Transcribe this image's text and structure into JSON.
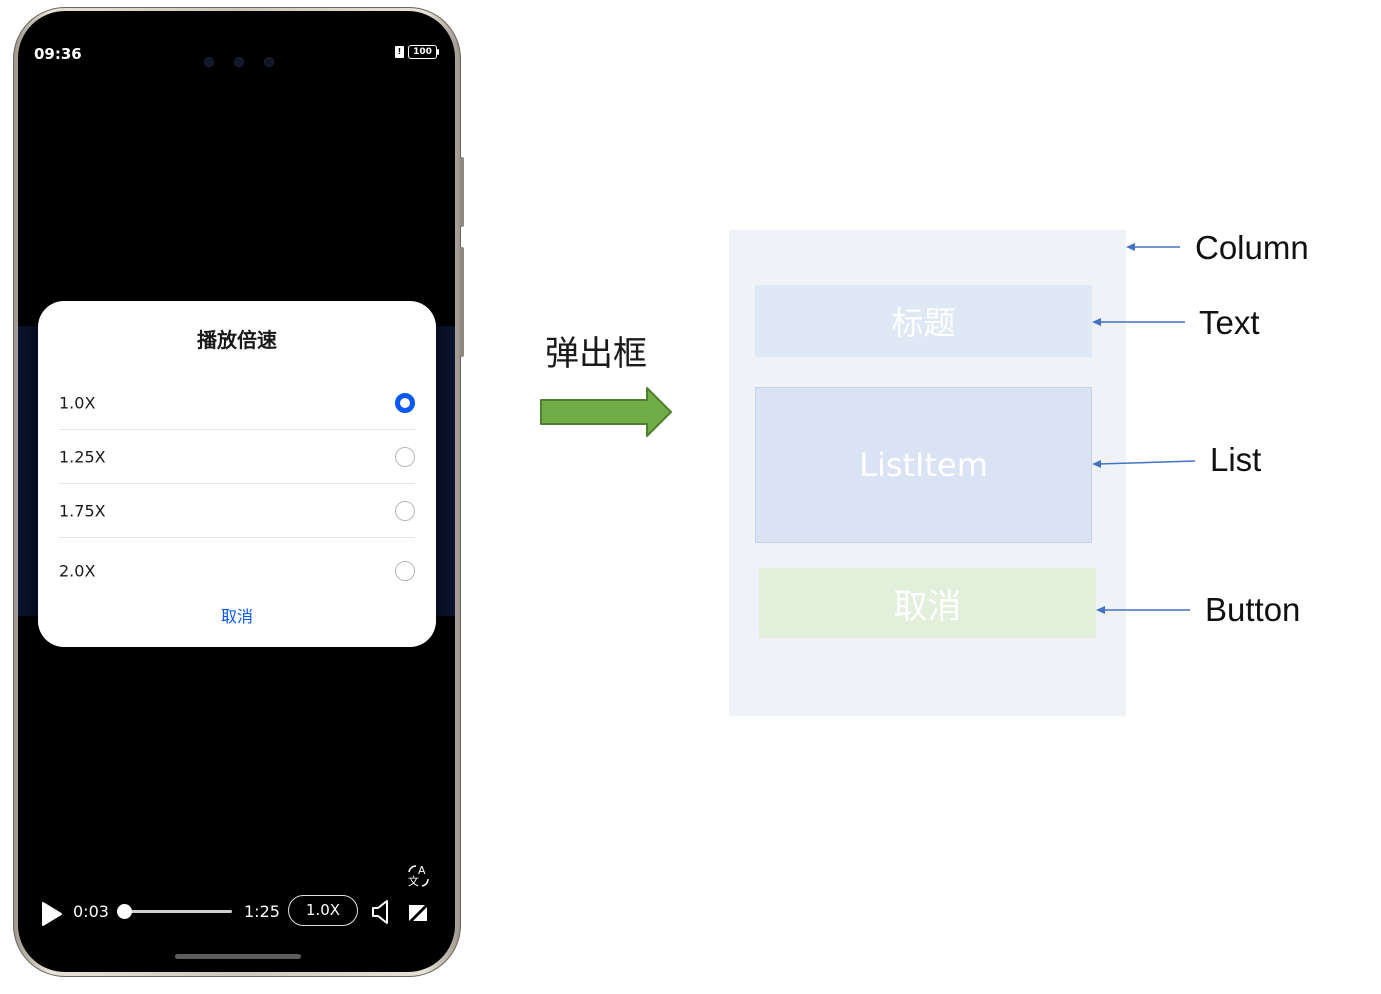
{
  "phone": {
    "status_bar": {
      "time": "09:36",
      "battery": "100"
    },
    "dialog": {
      "title": "播放倍速",
      "options": [
        {
          "label": "1.0X",
          "selected": true
        },
        {
          "label": "1.25X",
          "selected": false
        },
        {
          "label": "1.75X",
          "selected": false
        },
        {
          "label": "2.0X",
          "selected": false
        }
      ],
      "cancel_label": "取消"
    },
    "player": {
      "current_time": "0:03",
      "total_time": "1:25",
      "progress_fraction": 0.0,
      "speed_label": "1.0X"
    }
  },
  "transition": {
    "label": "弹出框"
  },
  "diagram": {
    "text_box": "标题",
    "list_box": "ListItem",
    "button_box": "取消",
    "annotations": {
      "column": "Column",
      "text": "Text",
      "list": "List",
      "button": "Button"
    }
  },
  "colors": {
    "accent": "#0a59f7",
    "arrow_green": "#70ad47",
    "annotation_arrow": "#4472c4"
  }
}
